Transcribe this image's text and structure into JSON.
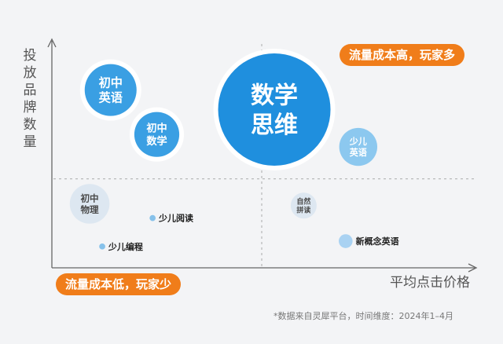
{
  "chart_data": {
    "type": "scatter",
    "title": "",
    "xlabel": "平均点击价格",
    "ylabel": "投放品牌数量",
    "grid": false,
    "quadrant_dividers": "dashed",
    "points": [
      {
        "label": "数学思维",
        "lines": [
          "数学",
          "思维"
        ],
        "x": 5.3,
        "y": 8.9,
        "size": 6.5,
        "color": "#1f8fde",
        "ring": true,
        "label_inside": true
      },
      {
        "label": "初中英语",
        "lines": [
          "初中",
          "英语"
        ],
        "x": 1.4,
        "y": 10.0,
        "size": 3.0,
        "color": "#3a9fe3",
        "ring": true,
        "label_inside": true
      },
      {
        "label": "初中数学",
        "lines": [
          "初中",
          "数学"
        ],
        "x": 2.5,
        "y": 7.5,
        "size": 2.6,
        "color": "#3a9fe3",
        "ring": true,
        "label_inside": true
      },
      {
        "label": "少儿英语",
        "lines": [
          "少儿",
          "英语"
        ],
        "x": 7.3,
        "y": 6.8,
        "size": 2.2,
        "color": "#8cc8ef",
        "ring": false,
        "label_inside": true
      },
      {
        "label": "初中物理",
        "lines": [
          "初中",
          "物理"
        ],
        "x": 0.9,
        "y": 3.6,
        "size": 2.3,
        "color": "#dde7f1",
        "ring": false,
        "label_inside": true
      },
      {
        "label": "自然拼读",
        "lines": [
          "自然",
          "拼读"
        ],
        "x": 6.0,
        "y": 3.5,
        "size": 1.5,
        "color": "#dde7f1",
        "ring": false,
        "label_inside": true
      },
      {
        "label": "少儿阅读",
        "lines": [
          "少儿阅读"
        ],
        "x": 2.4,
        "y": 2.8,
        "size": 0.35,
        "color": "#86c1ea",
        "ring": false,
        "label_inside": false
      },
      {
        "label": "少儿编程",
        "lines": [
          "少儿编程"
        ],
        "x": 1.2,
        "y": 1.2,
        "size": 0.35,
        "color": "#86c1ea",
        "ring": false,
        "label_inside": false
      },
      {
        "label": "新概念英语",
        "lines": [
          "新概念英语"
        ],
        "x": 7.0,
        "y": 1.5,
        "size": 0.8,
        "color": "#a9d2f2",
        "ring": false,
        "label_inside": false
      }
    ],
    "xlim": [
      0,
      10
    ],
    "ylim": [
      0,
      12.5
    ],
    "x_divider": 5.0,
    "y_divider": 5.0,
    "annotations": [
      {
        "text": "流量成本高，玩家多",
        "placement": "top-right"
      },
      {
        "text": "流量成本低，玩家少",
        "placement": "bottom-left"
      }
    ]
  },
  "note": "*数据来自灵犀平台，时间维度：2024年1–4月"
}
